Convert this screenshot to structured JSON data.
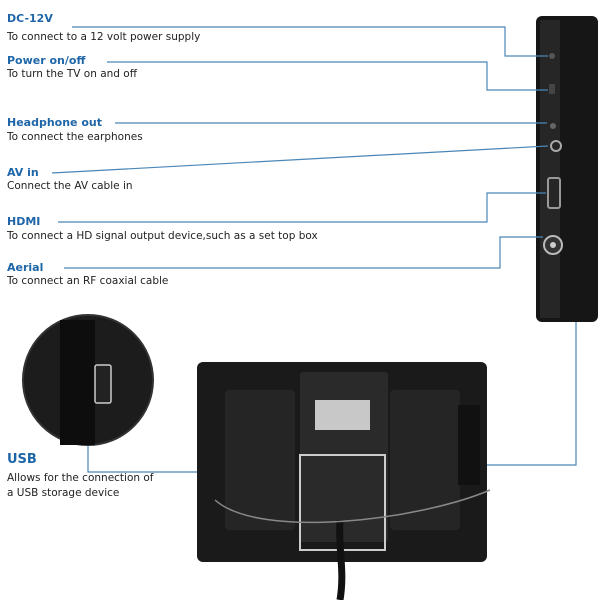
{
  "callouts": [
    {
      "title": "DC-12V",
      "desc": "To connect to a 12 volt power supply"
    },
    {
      "title": "Power on/off",
      "desc": "To turn the TV on and off"
    },
    {
      "title": "Headphone out",
      "desc": "To connect the earphones"
    },
    {
      "title": "AV in",
      "desc": "Connect the AV cable in"
    },
    {
      "title": "HDMI",
      "desc": "To connect a HD signal output device,such as a set top box"
    },
    {
      "title": "Aerial",
      "desc": "To connect an RF coaxial cable"
    }
  ],
  "usb": {
    "title": "USB",
    "desc_line1": "Allows for the connection of",
    "desc_line2": "a USB storage device"
  },
  "colors": {
    "accent": "#1f66a8",
    "line": "#4a86b8",
    "device": "#1a1a1a"
  }
}
